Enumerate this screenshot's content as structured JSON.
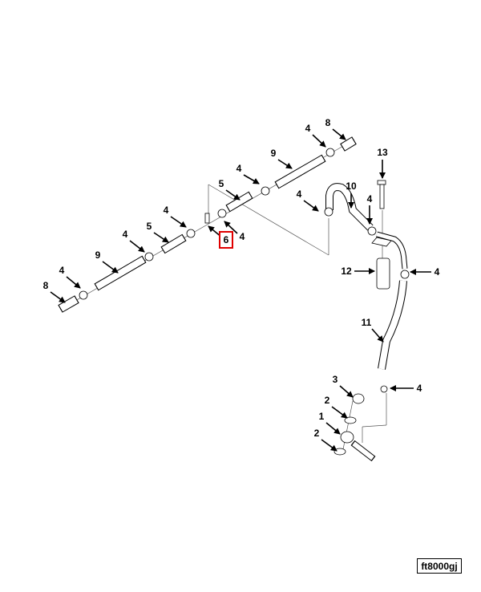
{
  "diagram": {
    "figure_id": "ft8000gj",
    "highlighted_callout": "6",
    "highlight_color": "#e00000",
    "callouts": [
      {
        "label": "8"
      },
      {
        "label": "4"
      },
      {
        "label": "9"
      },
      {
        "label": "4"
      },
      {
        "label": "5"
      },
      {
        "label": "4"
      },
      {
        "label": "6"
      },
      {
        "label": "4"
      },
      {
        "label": "5"
      },
      {
        "label": "4"
      },
      {
        "label": "9"
      },
      {
        "label": "4"
      },
      {
        "label": "8"
      },
      {
        "label": "13"
      },
      {
        "label": "10"
      },
      {
        "label": "4"
      },
      {
        "label": "4"
      },
      {
        "label": "12"
      },
      {
        "label": "4"
      },
      {
        "label": "11"
      },
      {
        "label": "4"
      },
      {
        "label": "3"
      },
      {
        "label": "2"
      },
      {
        "label": "1"
      },
      {
        "label": "2"
      }
    ]
  }
}
